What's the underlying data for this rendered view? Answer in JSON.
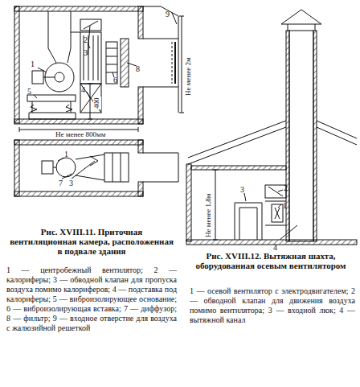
{
  "diagram": {
    "labels": [
      "1",
      "2",
      "3",
      "4",
      "5",
      "6",
      "8",
      "9",
      "400",
      "Не менее 2м",
      "Не менее 800мм",
      "1",
      "7",
      "3",
      "Рис. XVIII.11. Приточная вентиляционная камера, расположенная в подвале здания",
      "1 — центробежный вентилятор; 2 — калориферы; 3 — обводной клапан для пропуска воздуха помимо калориферов; 4 — подставка под калориферы; 5 — виброизолирующее основание; 6 — виброизолирующая вставка; 7 — диффузор; 8 — фильтр; 9 — входное отверстие для воздуха с жалюзийной решеткой",
      "Не менее 1,8м",
      "3",
      "2",
      "1",
      "4",
      "Рис. XVIII.12. Вытяжная шахта, оборудованная осевым вентилятором",
      "1 — осевой вентилятор с электродвигателем; 2 — обводной клапан для движения воздуха помимо вентилятора; 3 — входной люк; 4 — вытяжной канал"
    ]
  }
}
